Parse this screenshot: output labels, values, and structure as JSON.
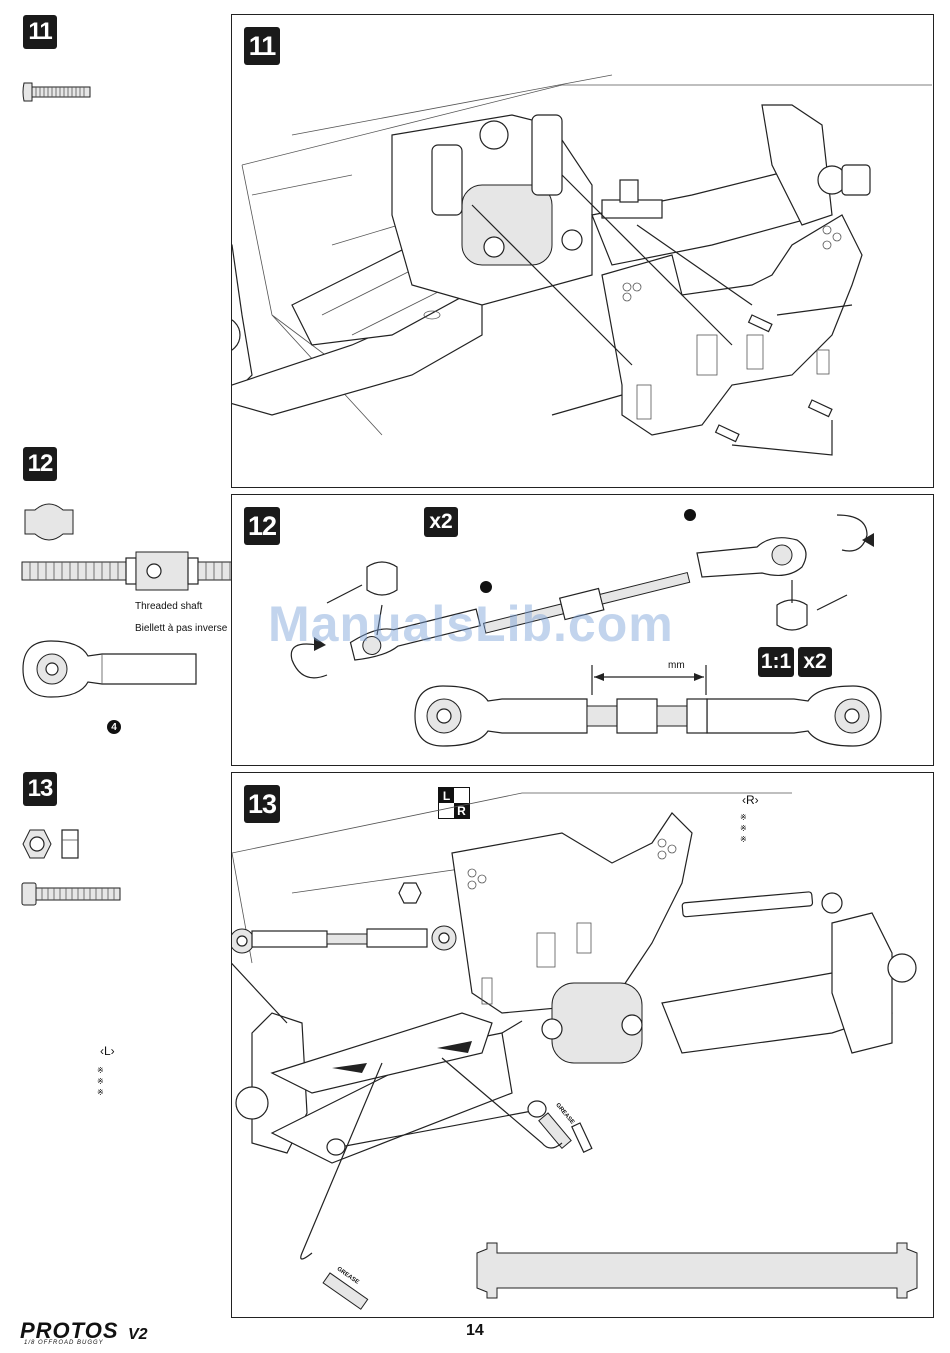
{
  "steps": {
    "s11": {
      "number": "11"
    },
    "s12": {
      "number": "12",
      "qty": "x2",
      "scale": "1:1",
      "qty2": "x2",
      "dimension_unit": "mm",
      "part_labels": {
        "shaft_en": "Threaded shaft",
        "shaft_fr": "Biellett à pas inverse",
        "ref": "4"
      }
    },
    "s13": {
      "number": "13",
      "side_left": "‹L›",
      "side_right": "‹R›",
      "note_mark": "※",
      "lr_icon": {
        "top": "L",
        "bottom": "R"
      },
      "grease_label": "GREASE"
    }
  },
  "watermark": "ManualsLib.com",
  "footer": {
    "page_number": "14",
    "logo_text": "PROTOS",
    "logo_suffix": "V2",
    "logo_sub": "1/8 OFFROAD BUGGY"
  },
  "colors": {
    "badge": "#1a1a1a",
    "watermark": "#78a0d7"
  }
}
